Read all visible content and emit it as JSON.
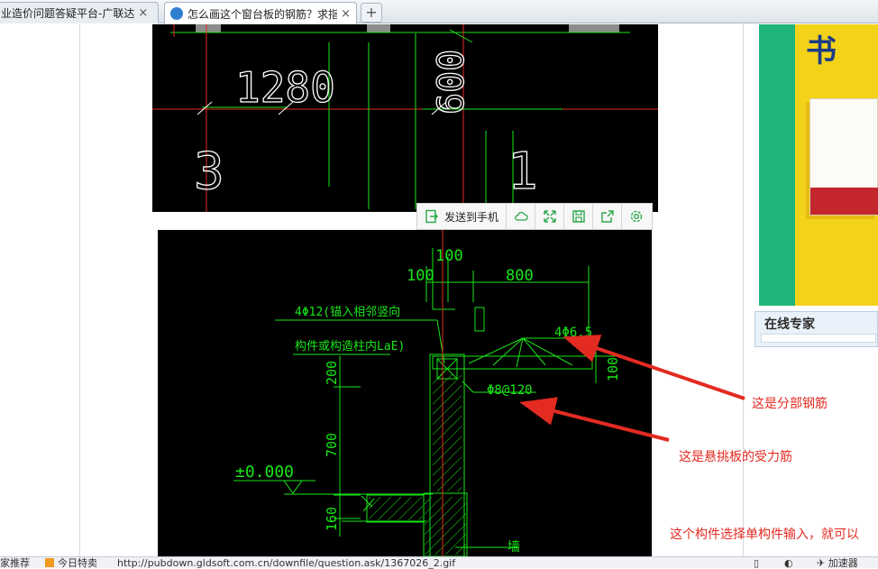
{
  "tabs": [
    {
      "title": "业造价问题答疑平台-广联达",
      "close": "×",
      "active": false
    },
    {
      "title": "怎么画这个窗台板的钢筋？求指",
      "close": "×",
      "active": true
    }
  ],
  "new_tab_label": "+",
  "cad_top": {
    "dim_1280": "1280",
    "dim_600": "600",
    "label_3": "3",
    "label_1": "1"
  },
  "image_toolbar": {
    "send_to_phone": "发送到手机",
    "icons": [
      "cloud-icon",
      "expand-icon",
      "save-icon",
      "share-icon",
      "settings-icon"
    ]
  },
  "cad_bottom": {
    "dim_100_top": "100",
    "dim_100_left": "100",
    "dim_800": "800",
    "rebar_note_line1": "4Φ12(锚入相邻竖向",
    "rebar_note_line2": "构件或构造柱内LaE)",
    "dist_bar": "4Φ6.5",
    "dim_100_right": "100",
    "main_bar": "Φ8@120",
    "dim_200": "200",
    "dim_700": "700",
    "elevation": "±0.000",
    "dim_160": "160",
    "wall": "墙"
  },
  "annotations": {
    "distribution": "这是分部钢筋",
    "cantilever": "这是悬挑板的受力筋",
    "component": "这个构件选择单构件输入，就可以"
  },
  "sidebar": {
    "ad_char": "书",
    "expert_title": "在线专家"
  },
  "statusbar": {
    "left": "家推荐",
    "today": "今日特卖",
    "url": "http://pubdown.gldsoft.com.cn/downfile/question.ask/1367026_2.gif",
    "accelerator": "加速器"
  },
  "colors": {
    "cad_bg": "#000000",
    "cad_line": "#19e619",
    "cad_red": "#e32b22",
    "cad_white": "#ffffff",
    "annotation_red": "#e32b22",
    "toolbar_icon": "#2aa84a"
  }
}
